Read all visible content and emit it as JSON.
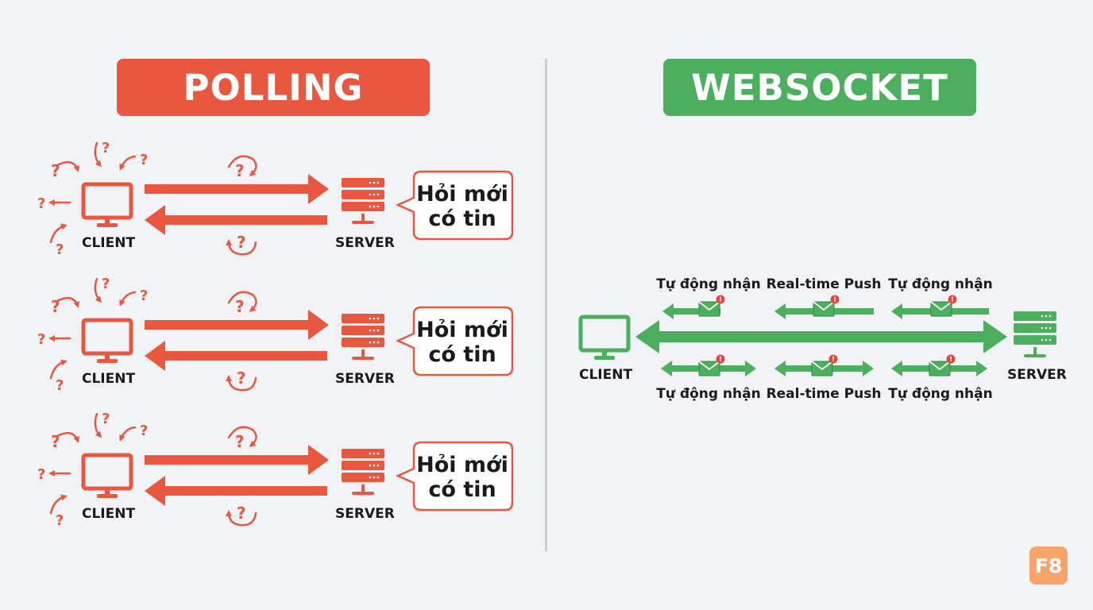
{
  "colors": {
    "polling": "#e9573f",
    "websocket": "#4caf5d",
    "divider": "#c9ced6",
    "logo": "#f8a46a",
    "badge": "#e5453a"
  },
  "polling": {
    "title": "POLLING",
    "rows": [
      {
        "client_label": "CLIENT",
        "server_label": "SERVER",
        "bubble_line1": "Hỏi mới",
        "bubble_line2": "có tin"
      },
      {
        "client_label": "CLIENT",
        "server_label": "SERVER",
        "bubble_line1": "Hỏi mới",
        "bubble_line2": "có tin"
      },
      {
        "client_label": "CLIENT",
        "server_label": "SERVER",
        "bubble_line1": "Hỏi mới",
        "bubble_line2": "có tin"
      }
    ],
    "question_mark": "?"
  },
  "websocket": {
    "title": "WEBSOCKET",
    "client_label": "CLIENT",
    "server_label": "SERVER",
    "top_labels": [
      "Tự động nhận",
      "Real-time Push",
      "Tự động nhận"
    ],
    "bottom_labels": [
      "Tự động nhận",
      "Real-time Push",
      "Tự động nhận"
    ],
    "badge_text": "!"
  },
  "logo": "F8"
}
